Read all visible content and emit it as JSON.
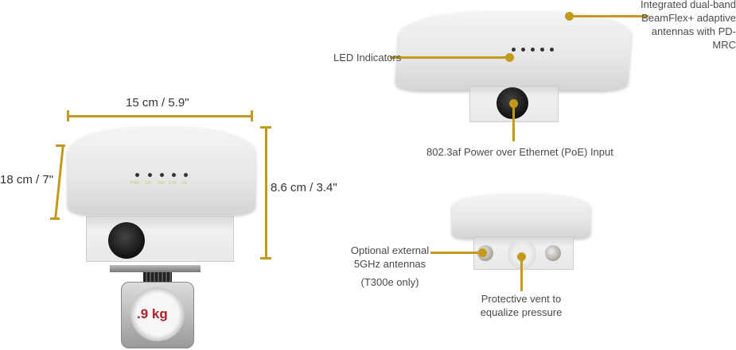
{
  "dimensions": {
    "width": "15 cm / 5.9\"",
    "depth": "18 cm / 7\"",
    "height": "8.6 cm / 3.4\"",
    "weight": ".9 kg"
  },
  "device_led_labels": [
    "PWR",
    "DIR",
    "AIR",
    "2.4G",
    "5G"
  ],
  "callouts": {
    "antennas": [
      "Integrated dual-band",
      "BeamFlex+ adaptive",
      "antennas with PD-MRC"
    ],
    "leds": "LED Indicators",
    "poe": "802.3af Power over Ethernet (PoE) Input",
    "external_antennas": [
      "Optional external",
      "5GHz antennas"
    ],
    "external_note": "(T300e only)",
    "vent": [
      "Protective vent to",
      "equalize pressure"
    ]
  },
  "colors": {
    "accent": "#c49a1c",
    "weight_text": "#b0202a"
  }
}
